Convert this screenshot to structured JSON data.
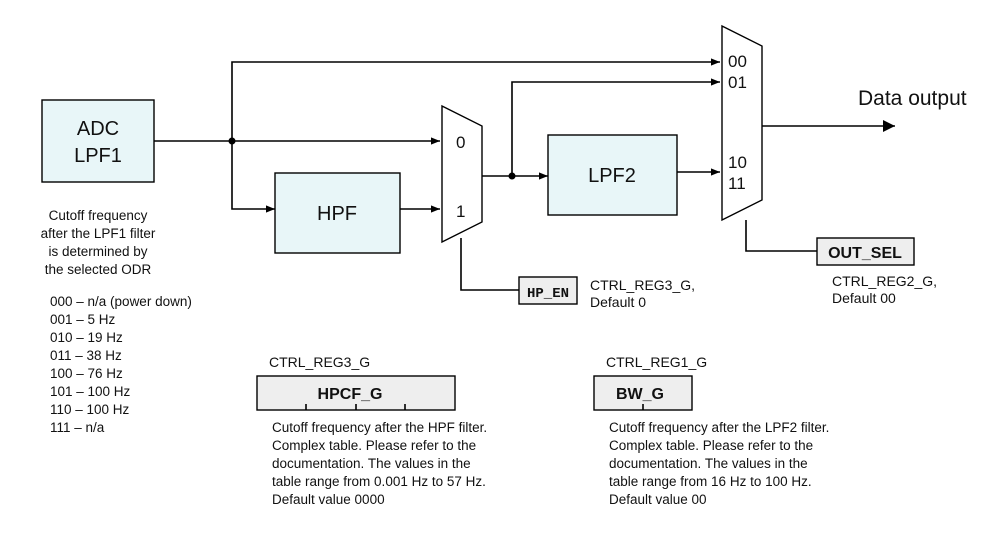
{
  "blocks": {
    "adc_line1": "ADC",
    "adc_line2": "LPF1",
    "hpf": "HPF",
    "lpf2": "LPF2"
  },
  "mux1": {
    "port_0": "0",
    "port_1": "1"
  },
  "mux2": {
    "port_00": "00",
    "port_01": "01",
    "port_10": "10",
    "port_11": "11"
  },
  "data_output": "Data output",
  "cutoff_note": [
    "Cutoff frequency",
    "after the LPF1 filter",
    "is determined by",
    "the selected ODR"
  ],
  "odr_table": [
    "000 – n/a (power down)",
    "001 – 5 Hz",
    "010 – 19 Hz",
    "011 – 38 Hz",
    "100 – 76 Hz",
    "101 – 100 Hz",
    "110 – 100 Hz",
    "111 – n/a"
  ],
  "hp_en": {
    "label": "HP_EN",
    "reg_line1": "CTRL_REG3_G,",
    "reg_line2": "Default 0"
  },
  "out_sel": {
    "label": "OUT_SEL",
    "reg_line1": "CTRL_REG2_G,",
    "reg_line2": "Default 00"
  },
  "hpcf": {
    "reg": "CTRL_REG3_G",
    "label": "HPCF_G",
    "desc": [
      "Cutoff frequency after the HPF filter.",
      "Complex table. Please refer to the",
      "documentation. The values in the",
      "table range from 0.001 Hz to 57 Hz.",
      "Default value 0000"
    ]
  },
  "bw": {
    "reg": "CTRL_REG1_G",
    "label": "BW_G",
    "desc": [
      "Cutoff frequency after the LPF2 filter.",
      "Complex table. Please refer to the",
      "documentation. The values in the",
      "table range from 16 Hz to 100 Hz.",
      "Default value 00"
    ]
  }
}
